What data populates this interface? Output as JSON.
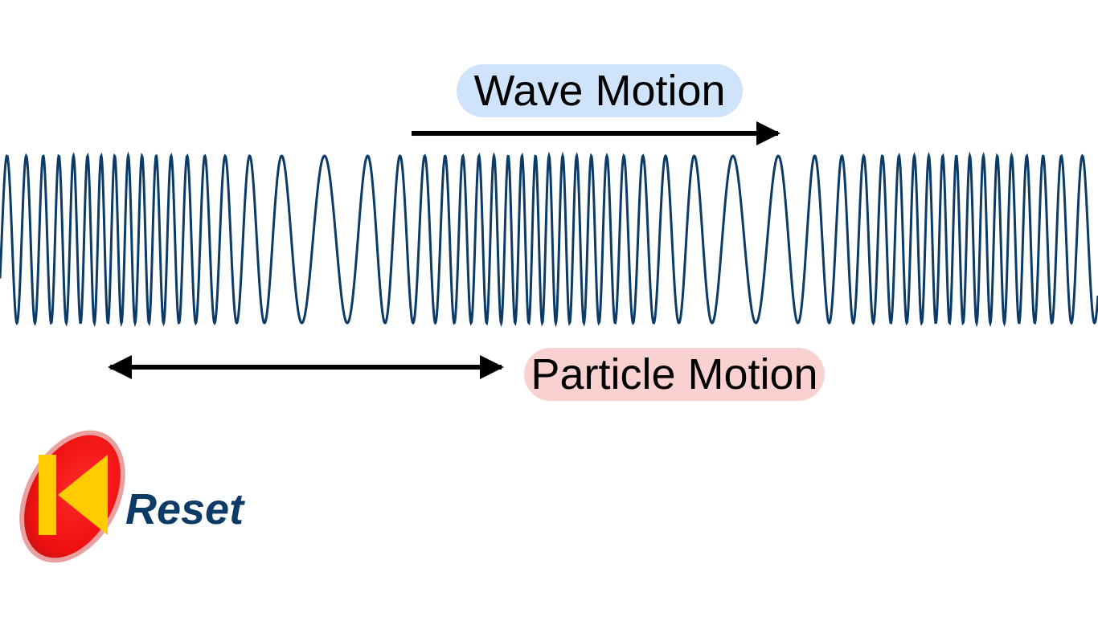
{
  "labels": {
    "wave_motion": "Wave Motion",
    "particle_motion": "Particle Motion"
  },
  "reset": {
    "label": "Reset",
    "icon": "reset-rewind-icon"
  },
  "colors": {
    "wave": "#0b3b66",
    "wave_pill": "#cfe4fa",
    "particle_pill": "#fad1d1",
    "arrow": "#000000",
    "reset_text": "#0b3b66",
    "reset_outer": "#cc1f1f",
    "reset_inner": "#ff1a1a",
    "reset_glyph": "#ffcc00"
  }
}
